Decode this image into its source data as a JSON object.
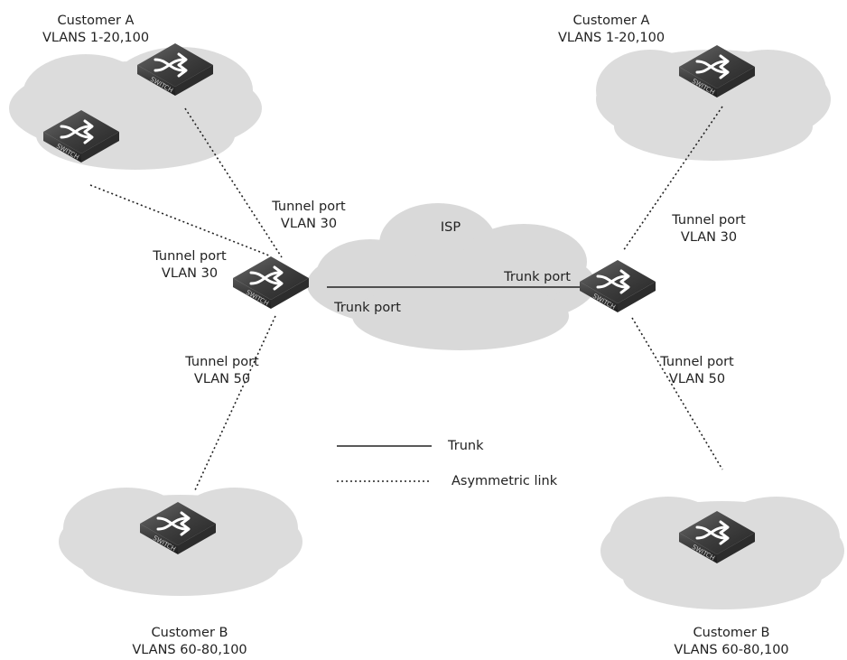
{
  "legend": {
    "trunk_label": "Trunk",
    "asymmetric_label": "Asymmetric link"
  },
  "isp_label": "ISP",
  "switch_text": "SWITCH",
  "customers": {
    "top_left": {
      "name": "Customer A",
      "vlans": "VLANS 1-20,100"
    },
    "top_right": {
      "name": "Customer A",
      "vlans": "VLANS 1-20,100"
    },
    "bottom_left": {
      "name": "Customer B",
      "vlans": "VLANS 60-80,100"
    },
    "bottom_right": {
      "name": "Customer B",
      "vlans": "VLANS 60-80,100"
    }
  },
  "ports": {
    "left_upper_tunnel": {
      "line1": "Tunnel port",
      "line2": "VLAN 30"
    },
    "left_side_tunnel": {
      "line1": "Tunnel port",
      "line2": "VLAN 30"
    },
    "left_lower_tunnel": {
      "line1": "Tunnel port",
      "line2": "VLAN 50"
    },
    "right_upper_tunnel": {
      "line1": "Tunnel port",
      "line2": "VLAN 30"
    },
    "right_lower_tunnel": {
      "line1": "Tunnel port",
      "line2": "VLAN 50"
    },
    "left_trunk": "Trunk port",
    "right_trunk": "Trunk port"
  },
  "colors": {
    "cloud": "#dedede",
    "switch_top": "#4a4a4a",
    "switch_side": "#2a2a2a",
    "link": "#222222"
  }
}
